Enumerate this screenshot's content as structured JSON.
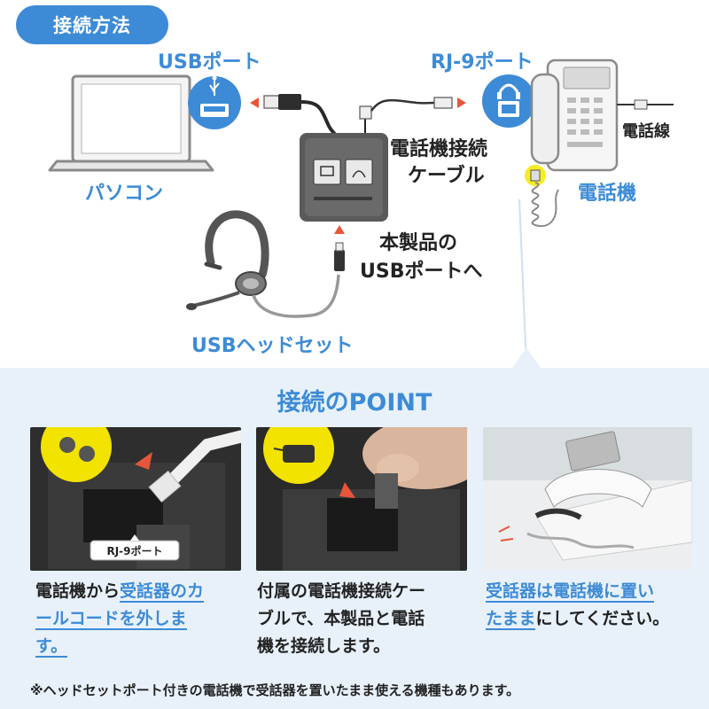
{
  "title": "接続方法",
  "labels": {
    "usb_port": "USBポート",
    "rj9_port": "RJ-9ポート",
    "pc": "パソコン",
    "phone_cable_1": "電話機接続",
    "phone_cable_2": "ケーブル",
    "phone_line": "電話線",
    "phone": "電話機",
    "product_usb_1": "本製品の",
    "product_usb_2": "USBポートへ",
    "headset": "USBヘッドセット"
  },
  "point": {
    "heading": "接続のPOINT",
    "photo1_tag": "RJ-9ポート",
    "steps": [
      {
        "pre": "電話機から",
        "hl1": "受話器のカ",
        "hl2": "ールコードを外しま",
        "hl3": "す。",
        "post": ""
      },
      {
        "line1": "付属の電話機接続ケー",
        "line2": "ブルで、本製品と電話",
        "line3": "機を接続します。"
      },
      {
        "hl1": "受話器は電話機に置い",
        "hl2": "たまま",
        "post": "にしてください。"
      }
    ]
  },
  "note": "※ヘッドセットポート付きの電話機で受話器を置いたまま使える機種もあります。",
  "colors": {
    "accent": "#3d8bd6",
    "arrow": "#e8563a",
    "panel": "#e8f1fa",
    "highlight": "#f2e300"
  }
}
